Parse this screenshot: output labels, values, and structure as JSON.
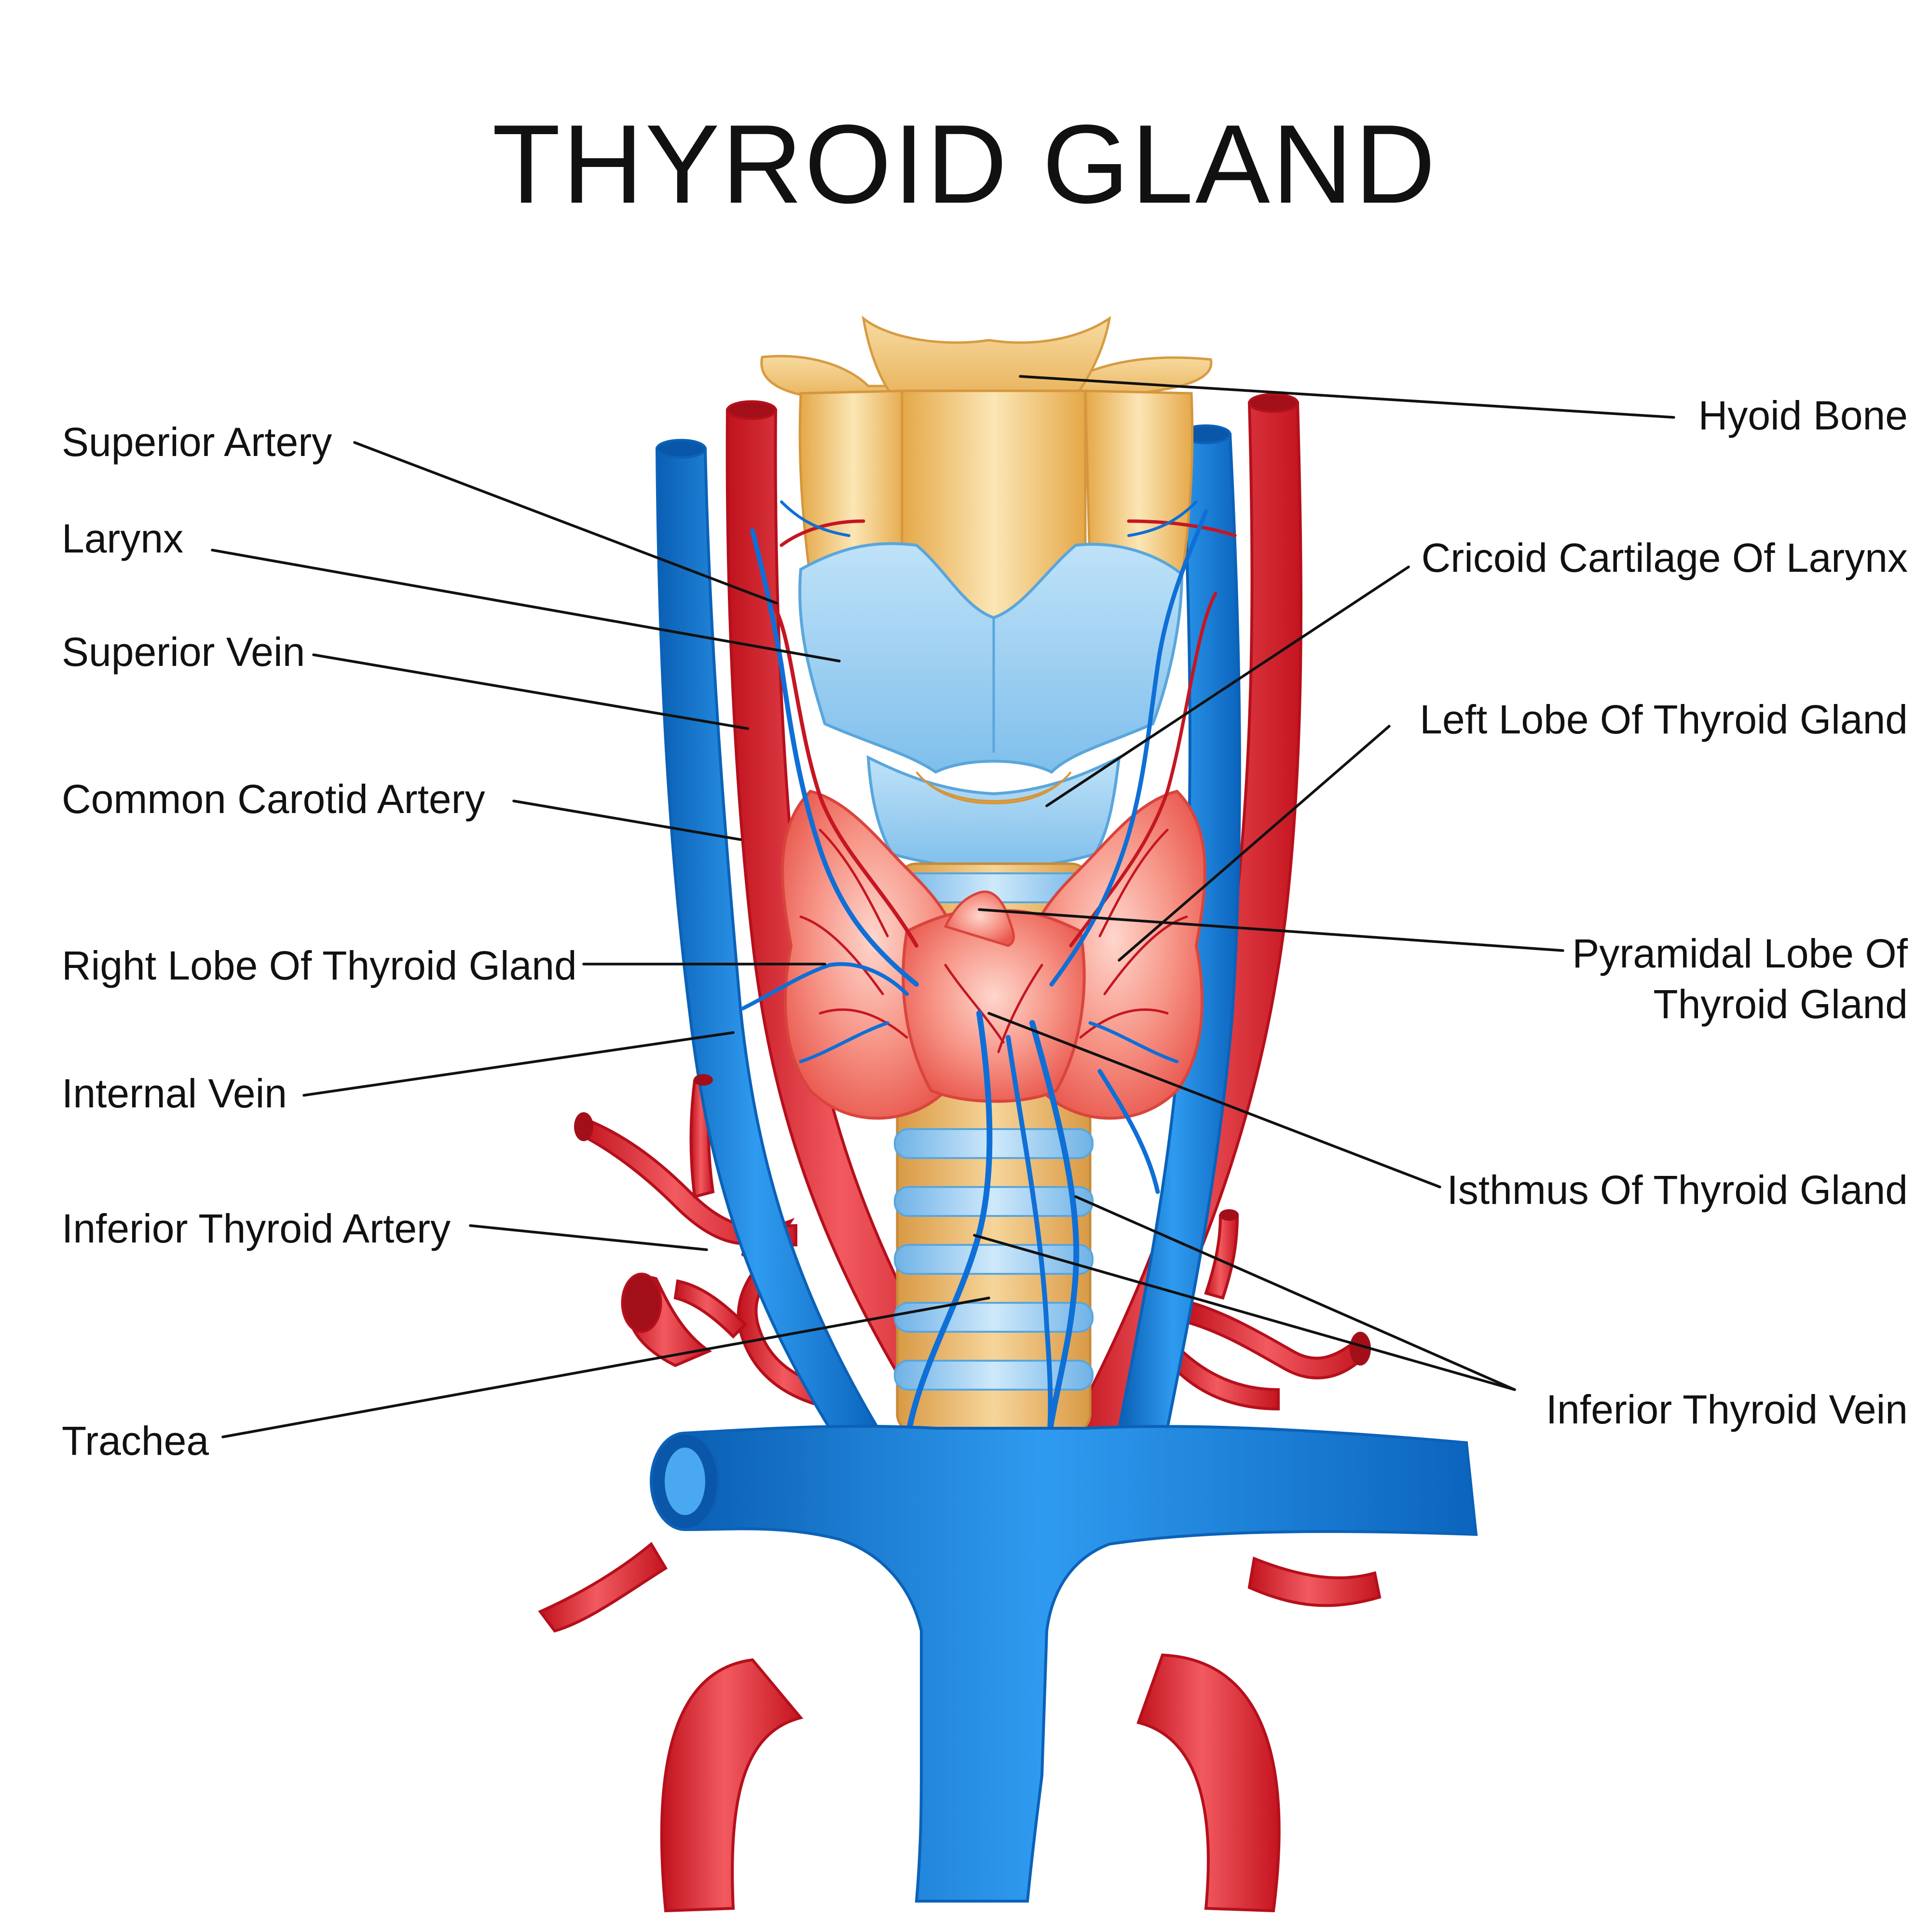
{
  "title": "THYROID GLAND",
  "labels": {
    "superior_artery": "Superior Artery",
    "larynx": "Larynx",
    "superior_vein": "Superior Vein",
    "common_carotid_artery": "Common Carotid Artery",
    "right_lobe": "Right Lobe Of Thyroid Gland",
    "internal_vein": "Internal Vein",
    "inferior_thyroid_artery": "Inferior Thyroid Artery",
    "trachea": "Trachea",
    "hyoid_bone": "Hyoid Bone",
    "cricoid_cartilage": "Cricoid Cartilage Of Larynx",
    "left_lobe": "Left Lobe Of Thyroid Gland",
    "pyramidal_lobe_line1": "Pyramidal Lobe Of",
    "pyramidal_lobe_line2": "Thyroid Gland",
    "isthmus": "Isthmus Of Thyroid Gland",
    "inferior_thyroid_vein": "Inferior Thyroid Vein"
  },
  "colors": {
    "vein": "#1a86e8",
    "artery": "#e8303a",
    "cartilage": "#8ec9ef",
    "bone": "#f2c77a",
    "gland": "#f27b6e",
    "trachea_ring": "#a9d4f2",
    "trachea_band": "#e6b36a"
  }
}
